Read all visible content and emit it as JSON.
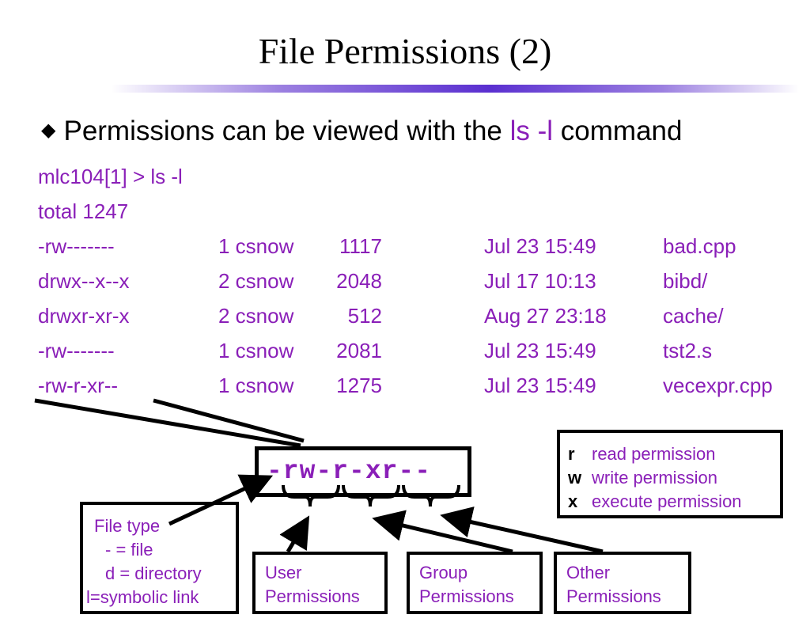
{
  "title": "File Permissions (2)",
  "bullet": {
    "before": "Permissions can be viewed with the ",
    "command": "ls -l",
    "after": " command"
  },
  "terminal": {
    "prompt_line": "mlc104[1] > ls -l",
    "total_line": "total 1247",
    "rows": [
      {
        "perms": "-rw-------",
        "owner": "1 csnow",
        "size": "1117",
        "date": "Jul 23 15:49",
        "name": "bad.cpp"
      },
      {
        "perms": "drwx--x--x",
        "owner": "2 csnow",
        "size": "2048",
        "date": "Jul 17 10:13",
        "name": "bibd/"
      },
      {
        "perms": "drwxr-xr-x",
        "owner": "2 csnow",
        "size": "512",
        "date": "Aug 27 23:18",
        "name": "cache/"
      },
      {
        "perms": "-rw-------",
        "owner": "1 csnow",
        "size": "2081",
        "date": "Jul 23 15:49",
        "name": "tst2.s"
      },
      {
        "perms": "-rw-r-xr--",
        "owner": "1 csnow",
        "size": "1275",
        "date": "Jul 23 15:49",
        "name": "vecexpr.cpp"
      }
    ]
  },
  "highlight_perm": "-rw-r-xr--",
  "legend": [
    {
      "key": "r",
      "text": "read permission"
    },
    {
      "key": "w",
      "text": "write permission"
    },
    {
      "key": "x",
      "text": "execute permission"
    }
  ],
  "file_type": {
    "heading": "File type",
    "lines": [
      "- = file",
      "d = directory"
    ],
    "last": "l=symbolic link"
  },
  "user_box": {
    "line1": "User",
    "line2": "Permissions"
  },
  "group_box": {
    "line1": "Group",
    "line2": "Permissions"
  },
  "other_box": {
    "line1": "Other",
    "line2": "Permissions"
  },
  "colors": {
    "accent": "#8a1fb8",
    "text": "#000000"
  }
}
